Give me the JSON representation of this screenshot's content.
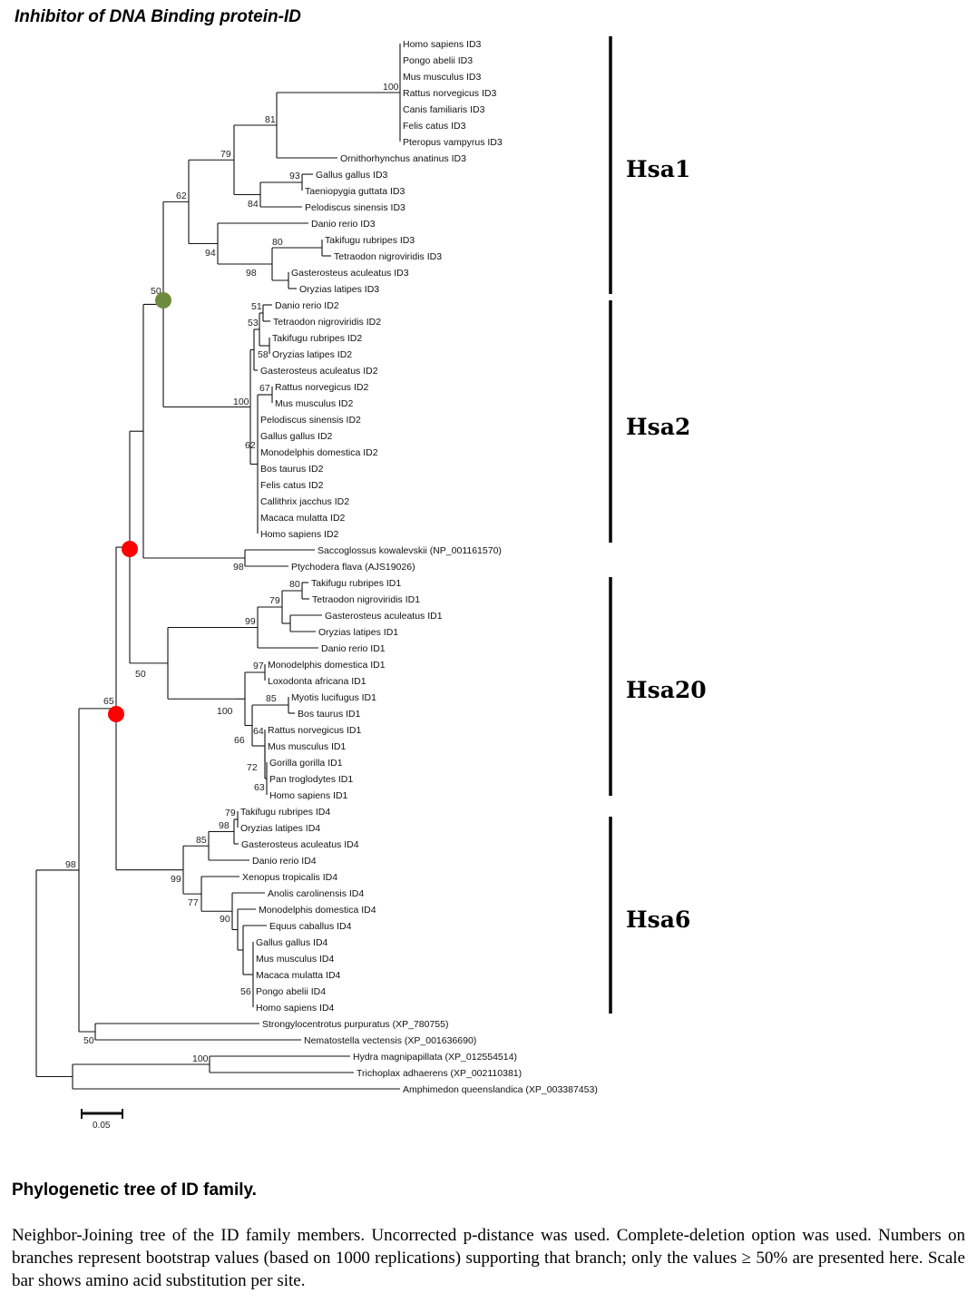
{
  "figure": {
    "title": "Inhibitor of DNA Binding protein-ID",
    "caption_title": "Phylogenetic tree of ID family.",
    "caption_text": "Neighbor-Joining tree of the ID family members. Uncorrected p-distance was used. Complete-deletion option was used. Numbers on branches represent bootstrap values (based on 1000 replications) supporting that branch; only the values ≥ 50% are presented here. Scale bar shows amino acid substitution per site."
  },
  "scale_bar": {
    "label": "0.05",
    "value": 0.05
  },
  "colors": {
    "duplication_node": "#ff0000",
    "highlight_node": "#6e8b3d",
    "line": "#111111"
  },
  "clades": [
    {
      "label": "Hsa1"
    },
    {
      "label": "Hsa2"
    },
    {
      "label": "Hsa20"
    },
    {
      "label": "Hsa6"
    }
  ],
  "leaves": [
    "Homo sapiens ID3",
    "Pongo abelii ID3",
    "Mus musculus ID3",
    "Rattus norvegicus ID3",
    "Canis familiaris ID3",
    "Felis catus ID3",
    "Pteropus vampyrus ID3",
    "Ornithorhynchus anatinus ID3",
    "Gallus gallus ID3",
    "Taeniopygia guttata ID3",
    "Pelodiscus sinensis ID3",
    "Danio rerio ID3",
    "Takifugu rubripes ID3",
    "Tetraodon nigroviridis ID3",
    "Gasterosteus aculeatus ID3",
    "Oryzias latipes ID3",
    "Danio rerio ID2",
    "Tetraodon nigroviridis ID2",
    "Takifugu rubripes ID2",
    "Oryzias latipes ID2",
    "Gasterosteus aculeatus ID2",
    "Rattus norvegicus ID2",
    "Mus musculus ID2",
    "Pelodiscus sinensis ID2",
    "Gallus gallus ID2",
    "Monodelphis domestica ID2",
    "Bos taurus ID2",
    "Felis catus ID2",
    "Callithrix jacchus ID2",
    "Macaca mulatta ID2",
    "Homo sapiens ID2",
    "Saccoglossus kowalevskii (NP_001161570)",
    "Ptychodera flava (AJS19026)",
    "Takifugu rubripes ID1",
    "Tetraodon nigroviridis ID1",
    "Gasterosteus aculeatus ID1",
    "Oryzias latipes ID1",
    "Danio rerio ID1",
    "Monodelphis domestica ID1",
    "Loxodonta africana ID1",
    "Myotis lucifugus ID1",
    "Bos taurus ID1",
    "Rattus norvegicus ID1",
    "Mus musculus ID1",
    "Gorilla gorilla ID1",
    "Pan troglodytes ID1",
    "Homo sapiens ID1",
    "Takifugu rubripes ID4",
    "Oryzias latipes ID4",
    "Gasterosteus aculeatus ID4",
    "Danio rerio ID4",
    "Xenopus tropicalis ID4",
    "Anolis carolinensis ID4",
    "Monodelphis domestica ID4",
    "Equus caballus ID4",
    "Gallus gallus ID4",
    "Mus musculus ID4",
    "Macaca mulatta ID4",
    "Pongo abelii ID4",
    "Homo sapiens ID4",
    "Strongylocentrotus purpuratus (XP_780755)",
    "Nematostella vectensis (XP_001636690)",
    "Hydra magnipapillata (XP_012554514)",
    "Trichoplax adhaerens (XP_002110381)",
    "Amphimedon queenslandica (XP_003387453)"
  ],
  "bootstrap": [
    "100",
    "81",
    "79",
    "62",
    "93",
    "84",
    "80",
    "98",
    "94",
    "50",
    "51",
    "53",
    "58",
    "67",
    "100",
    "62",
    "98",
    "80",
    "79",
    "99",
    "97",
    "85",
    "64",
    "66",
    "72",
    "63",
    "100",
    "50",
    "65",
    "79",
    "98",
    "85",
    "90",
    "77",
    "56",
    "99",
    "98",
    "50",
    "100"
  ]
}
